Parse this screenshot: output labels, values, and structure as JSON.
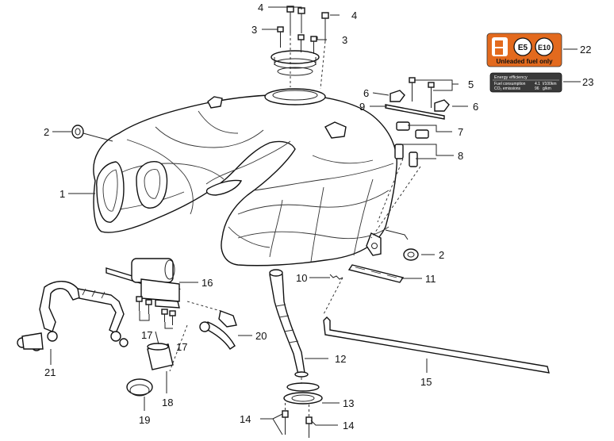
{
  "labels": {
    "l1": "1",
    "l2a": "2",
    "l2b": "2",
    "l3a": "3",
    "l3b": "3",
    "l4a": "4",
    "l4b": "4",
    "l5": "5",
    "l6a": "6",
    "l6b": "6",
    "l7": "7",
    "l8": "8",
    "l9": "9",
    "l10": "10",
    "l11": "11",
    "l12": "12",
    "l13": "13",
    "l14a": "14",
    "l14b": "14",
    "l15": "15",
    "l16": "16",
    "l17a": "17",
    "l17b": "17",
    "l18": "18",
    "l19": "19",
    "l20": "20",
    "l21": "21",
    "l22": "22",
    "l23": "23"
  },
  "fuel_sticker": {
    "badge_e5": "E5",
    "badge_e10": "E10",
    "caption": "Unleaded fuel only",
    "bg_color": "#e36a1e"
  },
  "energy_label": {
    "title": "Energy efficiency",
    "row1_label": "Fuel consumption",
    "row1_value": "4.1",
    "row1_unit": "l/100km",
    "row2_label": "CO₂ emissions",
    "row2_value": "96",
    "row2_unit": "g/km"
  }
}
